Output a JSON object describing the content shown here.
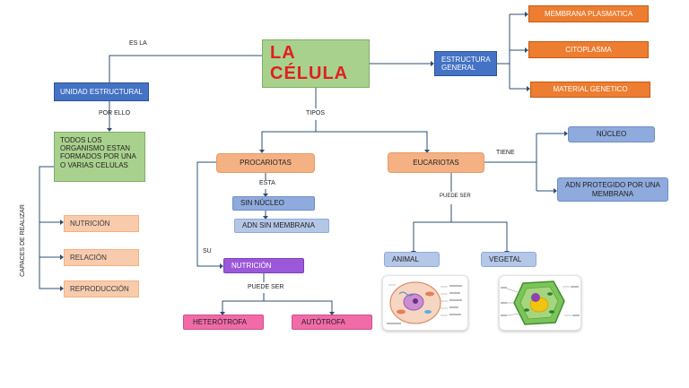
{
  "title_lines": [
    "LA",
    "CÉLULA"
  ],
  "labels": {
    "es_la": "ES LA",
    "por_ello": "POR ELLO",
    "tipos": "TIPOS",
    "esta": "ESTA",
    "su": "SU",
    "puede_ser_1": "PUEDE SER",
    "tiene": "TIENE",
    "puede_ser_2": "PUEDE SER",
    "capaces": "CAPACES DE REALIZAR"
  },
  "nodes": {
    "unidad": "UNIDAD ESTRUCTURAL",
    "todos": "TODOS LOS ORGANISMO ESTAN FORMADOS POR UNA O VARIAS CELULAS",
    "nutricion": "NUTRICIÓN",
    "relacion": "RELACIÓN",
    "reproduccion": "REPRODUCCIÓN",
    "estructura": "ESTRUCTURA GENERAL",
    "membrana": "MEMBRANA PLASMATICA",
    "citoplasma": "CITOPLASMA",
    "material": "MATERIAL GENETICO",
    "procariotas": "PROCARIOTAS",
    "sin_nucleo": "SIN NÚCLEO",
    "adn_sin": "ADN SIN MEMBRANA",
    "nutricion2": "NUTRICIÓN",
    "heterotrofa": "HETERÓTROFA",
    "autotrofa": "AUTÓTROFA",
    "eucariotas": "EUCARIOTAS",
    "nucleo": "NÚCLEO",
    "adn_protegido": "ADN PROTEGIDO POR UNA MEMBRANA",
    "animal": "ANIMAL",
    "vegetal": "VEGETAL"
  },
  "colors": {
    "title_text": "#e02020",
    "blue": "#4472c4",
    "orange": "#ed7d31",
    "green": "#a9d18e",
    "connector": "#2f4f6f"
  },
  "images": {
    "animal_cell": "animal-cell-diagram",
    "plant_cell": "plant-cell-diagram"
  }
}
